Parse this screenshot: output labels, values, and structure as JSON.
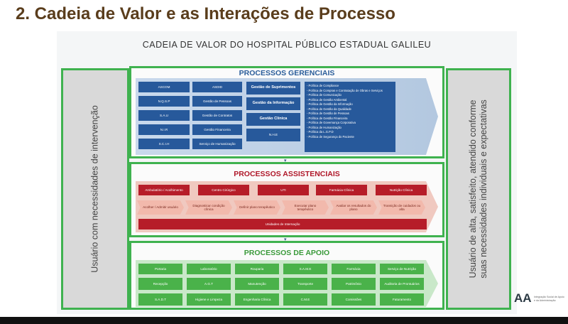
{
  "slide_title": "2. Cadeia de Valor e as Interações de Processo",
  "diagram_title": "CADEIA DE VALOR DO HOSPITAL PÚBLICO ESTADUAL GALILEU",
  "left_side": {
    "line1": "Usuário com necessidades de intervenção"
  },
  "right_side": {
    "line1": "Usuário de alta, satisfeito, atendido conforme",
    "line2": "suas necessidades individuais e expectativas"
  },
  "gerenciais": {
    "label": "PROCESSOS GERENCIAIS",
    "col1": [
      "ASCOM",
      "N.Q.S.P",
      "S.A.U",
      "N.I.R",
      "S.C.I.H"
    ],
    "col2": [
      "ASDID",
      "Gestão de Pessoas",
      "Gestão de Contratos",
      "Gestão Financeira",
      "Serviço de Humanização"
    ],
    "col3": [
      "Gestão de Suprimentos",
      "Gestão da Informação",
      "Gestão Clínica",
      "N.H.E"
    ],
    "policies": [
      "- Política de Compliance",
      "- Política de Compras e Contratação de Obras e Serviços",
      "- Política de Comunicação",
      "- Política de Gestão Ambiental",
      "- Política de Gestão da Informação",
      "- Política de Gestão da Qualidade",
      "- Política de Gestão de Pessoas",
      "- Política de Gestão Financeira",
      "- Política de Governança Corporativa",
      "- Política de Humanização",
      "- Política da L.G.P.D",
      "- Política de Segurança do Paciente"
    ]
  },
  "assistenciais": {
    "label": "PROCESSOS ASSISTENCIAIS",
    "units": [
      "Ambulatório / Acolhimento",
      "Centro Cirúrgico",
      "UTI",
      "Farmácia Clínica",
      "Nutrição Clínica"
    ],
    "flow": [
      "Acolher / Admitir usuário",
      "Diagnosticar condição clínica",
      "Definir plano terapêutico",
      "Executar plano terapêutico",
      "Avaliar os resultados do plano",
      "Transição de cuidados ou alta"
    ],
    "bottom": "Unidades de Internação"
  },
  "apoio": {
    "label": "PROCESSOS DE APOIO",
    "row1": [
      "Portaria",
      "Laboratório",
      "Rouparia",
      "S.A.M.E",
      "Farmácia",
      "Serviço de Nutrição"
    ],
    "row2": [
      "Recepção",
      "A.G.T",
      "Manutenção",
      "Transporte",
      "Patrimônio",
      "Auditoria de Prontuários"
    ],
    "row3": [
      "S.A.D.T",
      "Higiene e Limpeza",
      "Engenharia Clínica",
      "C.M.E",
      "Comissões",
      "Faturamento"
    ]
  },
  "logo": {
    "mark": "AA",
    "subtitle": "Integração Social de Apoio e da Administração"
  },
  "colors": {
    "green_border": "#3fb24f",
    "blue": "#27599b",
    "red": "#b61d29",
    "salmon": "#f2b9ac",
    "green_box": "#4ab24a",
    "title_brown": "#5a3d1c"
  }
}
